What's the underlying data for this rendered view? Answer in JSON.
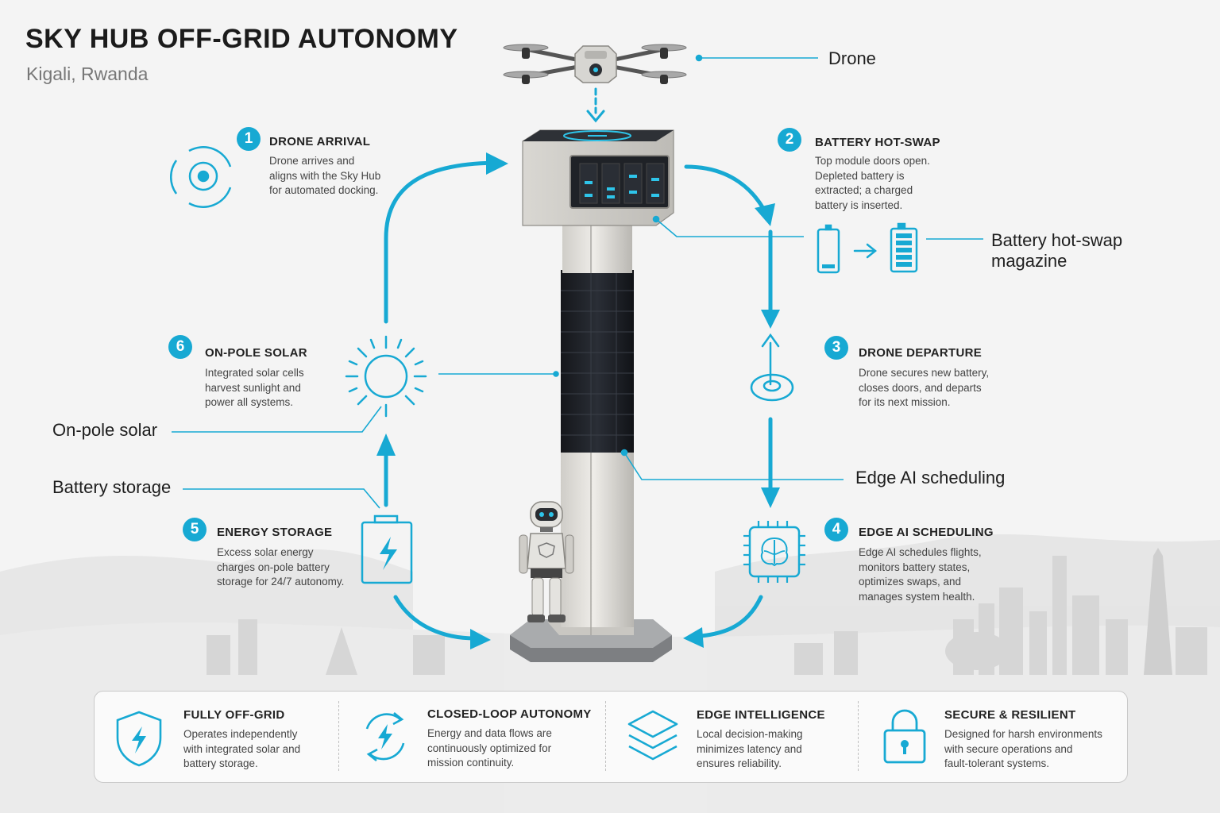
{
  "header": {
    "title": "SKY HUB OFF-GRID AUTONOMY",
    "subtitle": "Kigali, Rwanda"
  },
  "callouts": {
    "drone": "Drone",
    "magazine_line1": "Battery hot-swap",
    "magazine_line2": "magazine",
    "on_pole_solar": "On-pole solar",
    "battery_storage": "Battery storage",
    "edge_ai": "Edge AI scheduling"
  },
  "steps": [
    {
      "number": "1",
      "title": "DRONE ARRIVAL",
      "lines": [
        "Drone arrives and",
        "aligns with the Sky Hub",
        "for automated docking."
      ]
    },
    {
      "number": "2",
      "title": "BATTERY HOT-SWAP",
      "lines": [
        "Top module doors open.",
        "Depleted battery is",
        "extracted; a charged",
        "battery is inserted."
      ]
    },
    {
      "number": "3",
      "title": "DRONE DEPARTURE",
      "lines": [
        "Drone secures new battery,",
        "closes doors, and departs",
        "for its next mission."
      ]
    },
    {
      "number": "4",
      "title": "EDGE AI SCHEDULING",
      "lines": [
        "Edge AI schedules flights,",
        "monitors battery states,",
        "optimizes swaps, and",
        "manages system health."
      ]
    },
    {
      "number": "5",
      "title": "ENERGY STORAGE",
      "lines": [
        "Excess solar energy",
        "charges on-pole battery",
        "storage for 24/7 autonomy."
      ]
    },
    {
      "number": "6",
      "title": "ON-POLE SOLAR",
      "lines": [
        "Integrated solar cells",
        "harvest sunlight and",
        "power all systems."
      ]
    }
  ],
  "features": [
    {
      "title": "FULLY OFF-GRID",
      "lines": [
        "Operates independently",
        "with integrated solar and",
        "battery storage."
      ],
      "icon": "shield-bolt-icon"
    },
    {
      "title": "CLOSED-LOOP AUTONOMY",
      "lines": [
        "Energy and data flows are",
        "continuously optimized for",
        "mission continuity."
      ],
      "icon": "cycle-bolt-icon"
    },
    {
      "title": "EDGE INTELLIGENCE",
      "lines": [
        "Local decision-making",
        "minimizes latency and",
        "ensures reliability."
      ],
      "icon": "layers-icon"
    },
    {
      "title": "SECURE & RESILIENT",
      "lines": [
        "Designed for harsh environments",
        "with secure operations and",
        "fault-tolerant systems."
      ],
      "icon": "padlock-icon"
    }
  ],
  "colors": {
    "accent": "#17a9d3",
    "background": "#f4f4f4",
    "pole_body": "#dcdad6",
    "solar_panel": "#1d2026"
  }
}
